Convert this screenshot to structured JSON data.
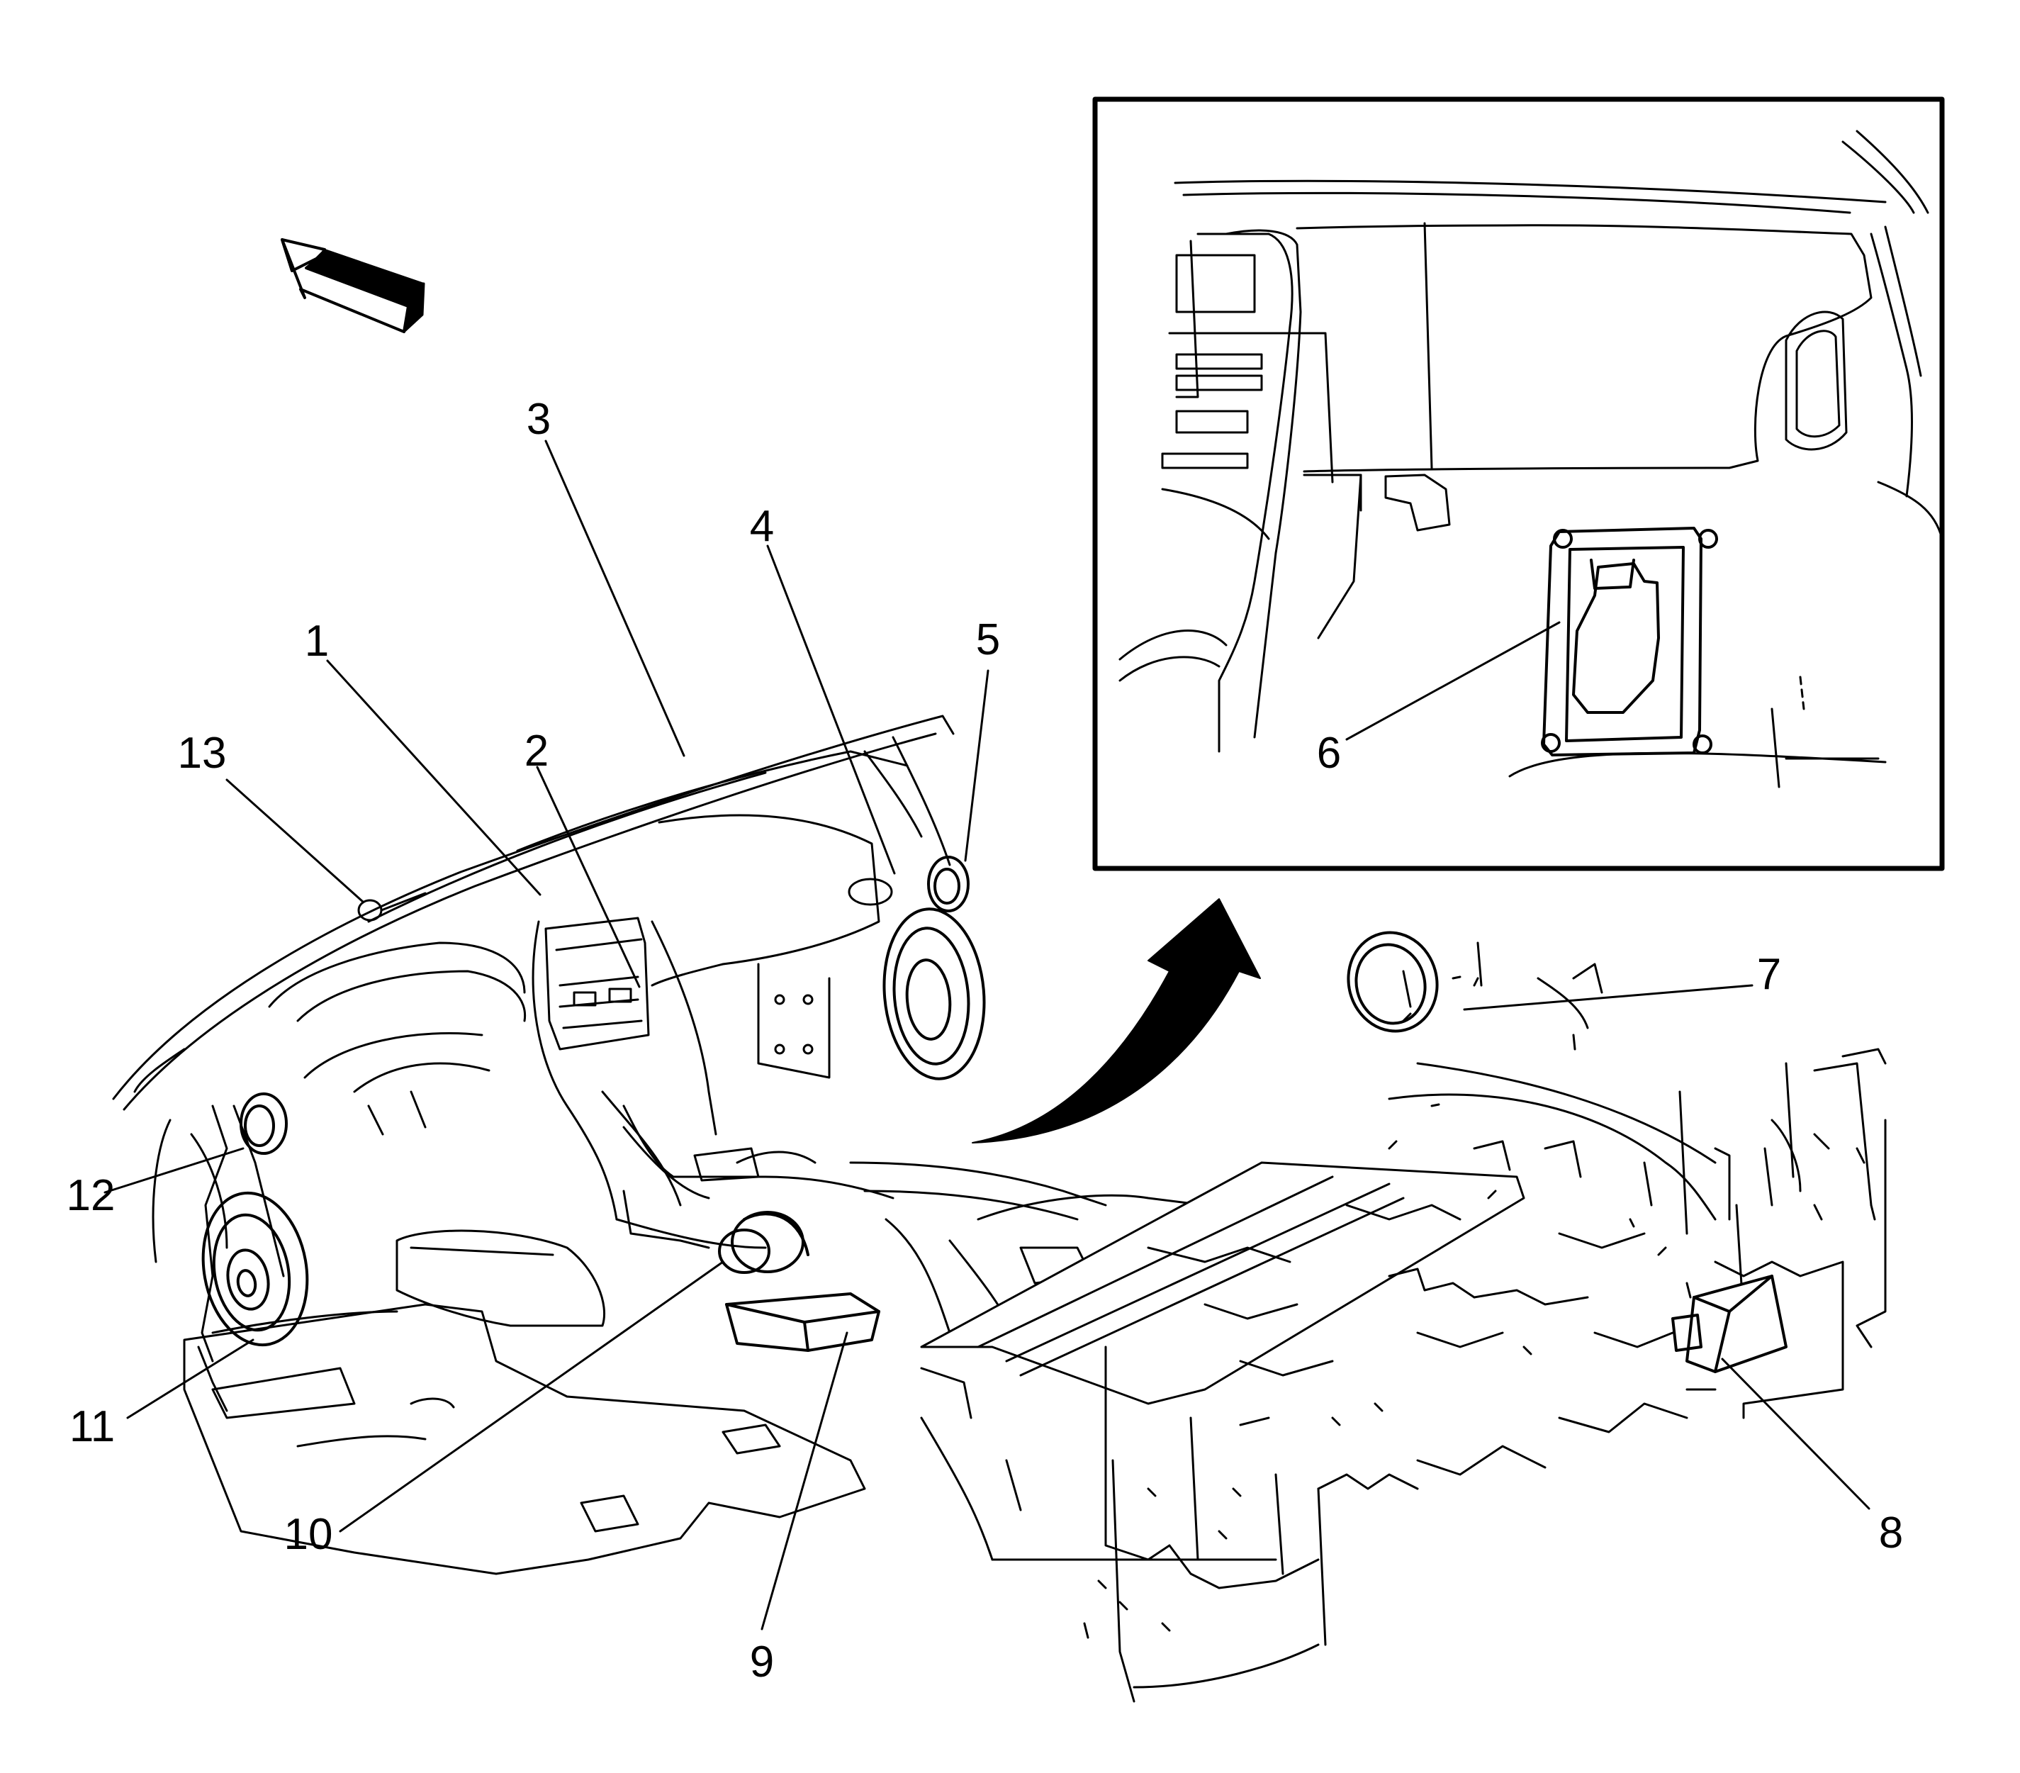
{
  "diagram": {
    "callouts": [
      {
        "id": "1",
        "label": "1"
      },
      {
        "id": "2",
        "label": "2"
      },
      {
        "id": "3",
        "label": "3"
      },
      {
        "id": "4",
        "label": "4"
      },
      {
        "id": "5",
        "label": "5"
      },
      {
        "id": "6",
        "label": "6"
      },
      {
        "id": "7",
        "label": "7"
      },
      {
        "id": "8",
        "label": "8"
      },
      {
        "id": "9",
        "label": "9"
      },
      {
        "id": "10",
        "label": "10"
      },
      {
        "id": "11",
        "label": "11"
      },
      {
        "id": "12",
        "label": "12"
      },
      {
        "id": "13",
        "label": "13"
      }
    ],
    "colors": {
      "line": "#000000",
      "background": "#ffffff"
    },
    "icons": [
      "forward-direction-arrow-icon",
      "detail-view-arrow-icon"
    ]
  }
}
